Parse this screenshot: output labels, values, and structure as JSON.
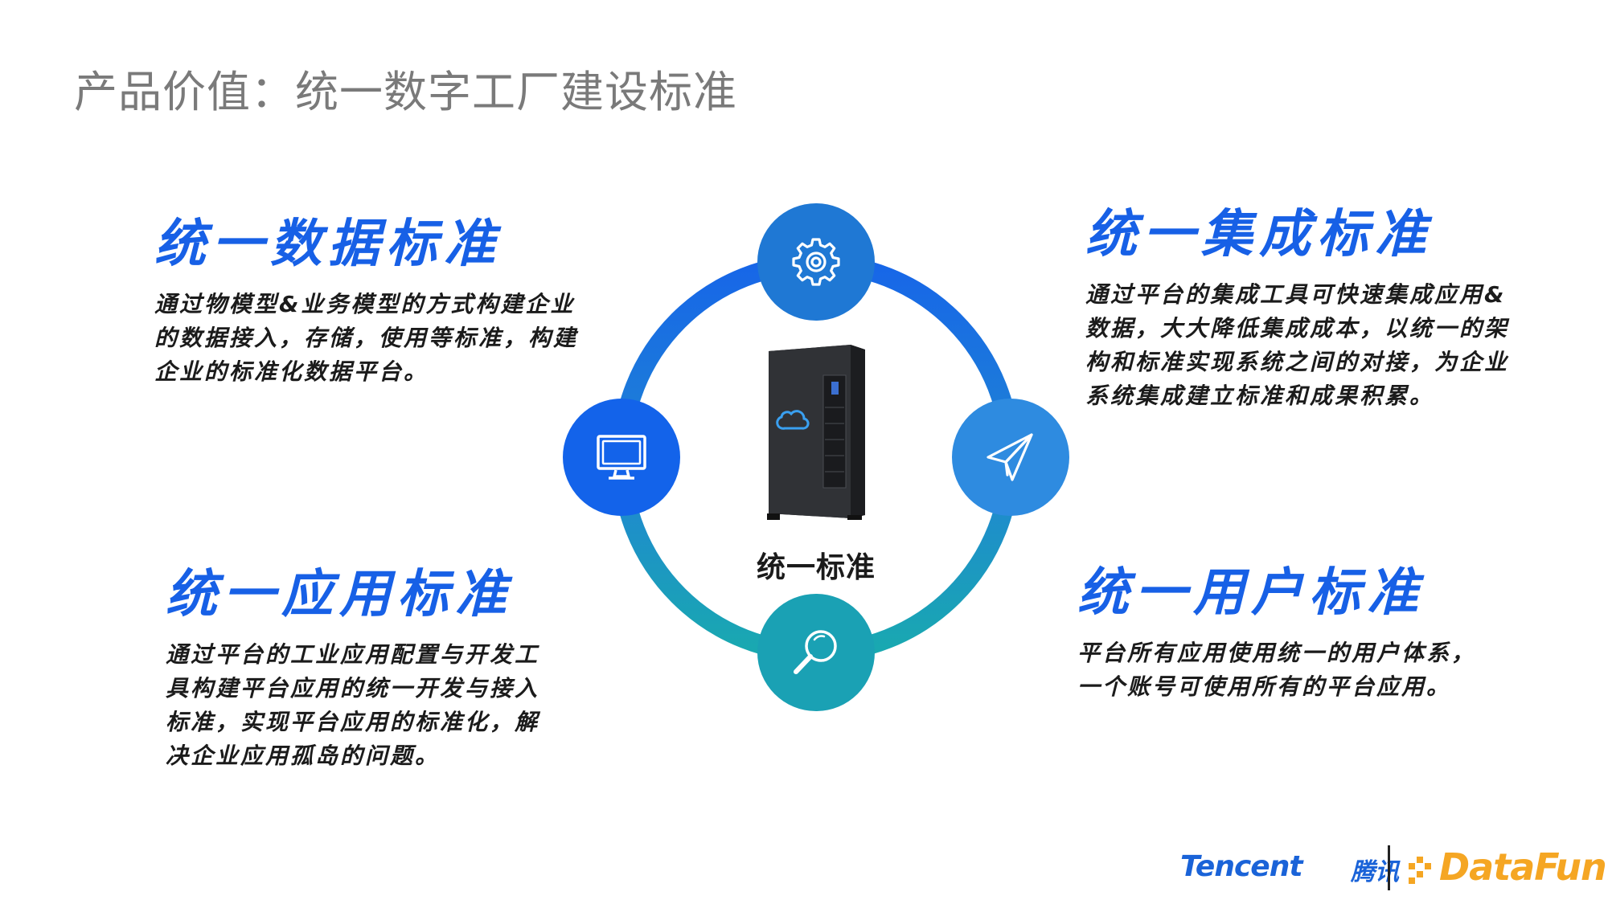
{
  "page_title": "产品价值：统一数字工厂建设标准",
  "blocks": {
    "data_standard": {
      "title": "统一数据标准",
      "lines": [
        "通过物模型&业务模型的方式构建企业",
        "的数据接入，存储，使用等标准，构建",
        "企业的标准化数据平台。"
      ]
    },
    "integration_standard": {
      "title": "统一集成标准",
      "lines": [
        "通过平台的集成工具可快速集成应用&",
        "数据，大大降低集成成本，以统一的架",
        "构和标准实现系统之间的对接，为企业",
        "系统集成建立标准和成果积累。"
      ]
    },
    "application_standard": {
      "title": "统一应用标准",
      "lines": [
        "通过平台的工业应用配置与开发工",
        "具构建平台应用的统一开发与接入",
        "标准，实现平台应用的标准化，解",
        "决企业应用孤岛的问题。"
      ]
    },
    "user_standard": {
      "title": "统一用户标准",
      "lines": [
        "平台所有应用使用统一的用户体系，",
        "一个账号可使用所有的平台应用。"
      ]
    }
  },
  "diagram": {
    "center_label": "统一标准",
    "nodes": [
      {
        "position": "top",
        "icon": "gear-icon"
      },
      {
        "position": "left",
        "icon": "monitor-icon"
      },
      {
        "position": "right",
        "icon": "paper-plane-icon"
      },
      {
        "position": "bottom",
        "icon": "magnifier-icon"
      }
    ]
  },
  "footer": {
    "tencent_logo": "Tencent",
    "tencent_cn": "腾讯",
    "datafun_logo": "DataFun."
  }
}
